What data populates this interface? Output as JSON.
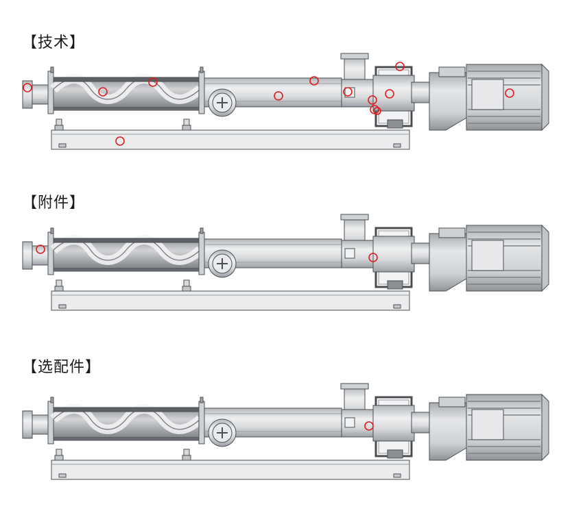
{
  "sections": [
    {
      "title": "【技术】",
      "hotspots": 13
    },
    {
      "title": "【附件】",
      "hotspots": 2
    },
    {
      "title": "【选配件】",
      "hotspots": 1
    }
  ],
  "colors": {
    "body": "#d9dbdd",
    "body_dark": "#a9adb1",
    "outline": "#4a4d52",
    "base": "#ebeced",
    "hotspot": "#e01b1b"
  }
}
